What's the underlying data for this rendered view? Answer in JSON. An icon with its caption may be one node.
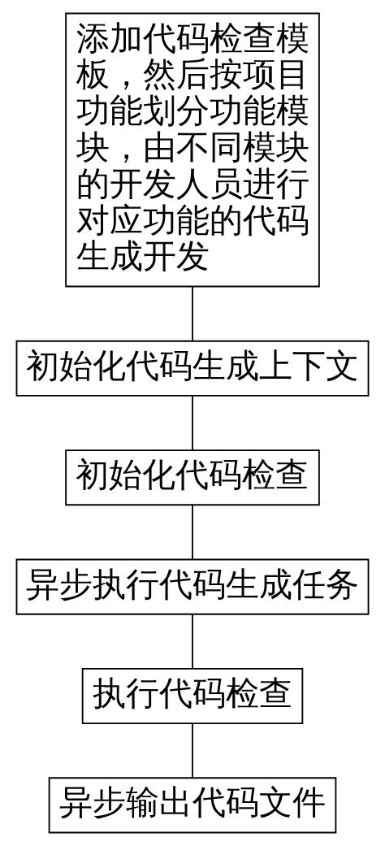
{
  "diagram": {
    "nodes": [
      {
        "text": [
          "添加代码检查模板，然后按项目功能划分功能模块，由不同模块的开发人员进行对应功能的代码生成开发"
        ]
      },
      {
        "text": [
          "初始化代码生成上下文"
        ]
      },
      {
        "text": [
          "初始化代码检查"
        ]
      },
      {
        "text": [
          "异步执行代码生成任务"
        ]
      },
      {
        "text": [
          "执行代码检查"
        ]
      },
      {
        "text": [
          "异步输出代码文件"
        ]
      }
    ],
    "edges": [
      {
        "from": 0,
        "to": 1,
        "arrow": "none"
      },
      {
        "from": 1,
        "to": 2,
        "arrow": "none"
      },
      {
        "from": 2,
        "to": 3,
        "arrow": "none"
      },
      {
        "from": 3,
        "to": 4,
        "arrow": "none"
      },
      {
        "from": 4,
        "to": 5,
        "arrow": "none"
      }
    ]
  }
}
